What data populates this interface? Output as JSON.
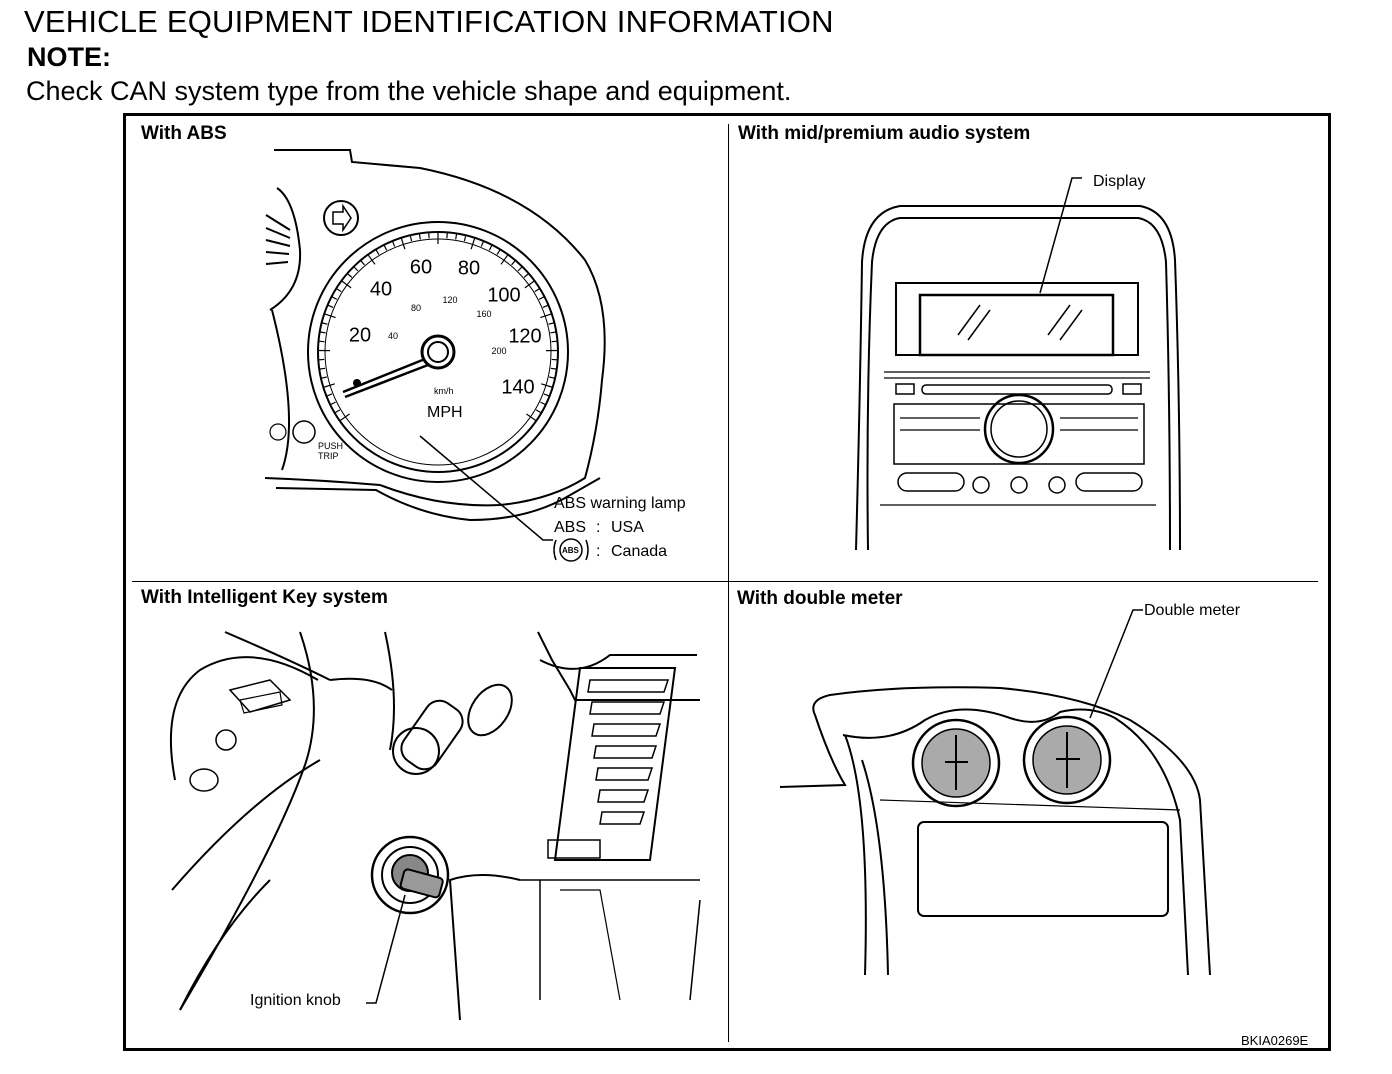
{
  "page": {
    "title": "VEHICLE EQUIPMENT IDENTIFICATION INFORMATION",
    "note_label": "NOTE:",
    "note_text": "Check CAN system type from the vehicle shape and equipment."
  },
  "panels": {
    "abs": {
      "title": "With ABS",
      "gauge_numbers": [
        "20",
        "40",
        "60",
        "80",
        "100",
        "120",
        "140"
      ],
      "gauge_inner_numbers": [
        "40",
        "80",
        "120",
        "160",
        "200"
      ],
      "gauge_unit_small": "km/h",
      "gauge_unit": "MPH",
      "push_trip": "PUSH TRIP",
      "callout_title": "ABS warning lamp",
      "callout_usa_code": "ABS",
      "callout_usa_sep": ":",
      "callout_usa": "USA",
      "callout_canada_icon": "ABS",
      "callout_canada_sep": ":",
      "callout_canada": "Canada"
    },
    "audio": {
      "title": "With mid/premium audio system",
      "callout": "Display"
    },
    "key": {
      "title": "With Intelligent Key system",
      "callout": "Ignition knob"
    },
    "meter": {
      "title": "With double meter",
      "callout": "Double meter"
    }
  },
  "figure_code": "BKIA0269E",
  "icons": [
    "arrow-indicator-icon",
    "abs-warning-lamp-icon",
    "ignition-knob-icon"
  ]
}
